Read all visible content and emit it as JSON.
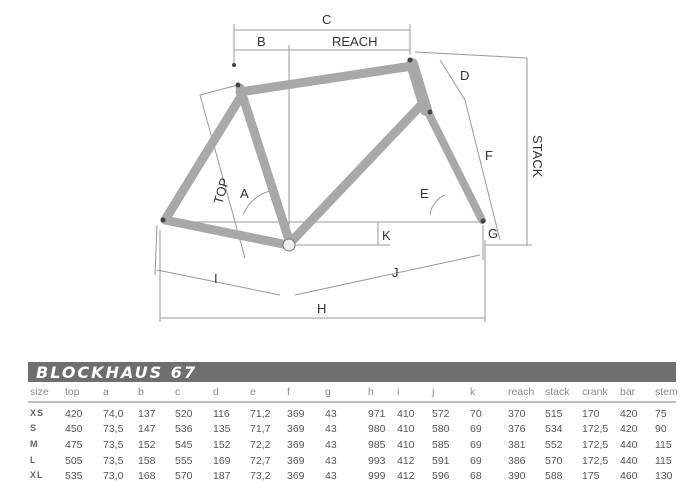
{
  "diagram": {
    "labels": {
      "A": "A",
      "B": "B",
      "C": "C",
      "D": "D",
      "E": "E",
      "F": "F",
      "G": "G",
      "H": "H",
      "I": "I",
      "J": "J",
      "K": "K",
      "reach": "REACH",
      "stack": "STACK",
      "top": "TOP"
    }
  },
  "table": {
    "brand": "BLOCKHAUS 67",
    "columns": [
      "size",
      "top",
      "a",
      "b",
      "c",
      "d",
      "e",
      "f",
      "g",
      "h",
      "i",
      "j",
      "k",
      "reach",
      "stack",
      "crank",
      "bar",
      "stem"
    ],
    "rows": [
      [
        "XS",
        "420",
        "74,0",
        "137",
        "520",
        "116",
        "71,2",
        "369",
        "43",
        "971",
        "410",
        "572",
        "70",
        "370",
        "515",
        "170",
        "420",
        "75"
      ],
      [
        "S",
        "450",
        "73,5",
        "147",
        "536",
        "135",
        "71,7",
        "369",
        "43",
        "980",
        "410",
        "580",
        "69",
        "376",
        "534",
        "172,5",
        "420",
        "90"
      ],
      [
        "M",
        "475",
        "73,5",
        "152",
        "545",
        "152",
        "72,2",
        "369",
        "43",
        "985",
        "410",
        "585",
        "69",
        "381",
        "552",
        "172,5",
        "440",
        "115"
      ],
      [
        "L",
        "505",
        "73,5",
        "158",
        "555",
        "169",
        "72,7",
        "369",
        "43",
        "993",
        "412",
        "591",
        "69",
        "386",
        "570",
        "172,5",
        "440",
        "115"
      ],
      [
        "XL",
        "535",
        "73,0",
        "168",
        "570",
        "187",
        "73,2",
        "369",
        "43",
        "999",
        "412",
        "596",
        "68",
        "390",
        "588",
        "175",
        "460",
        "130"
      ]
    ]
  }
}
